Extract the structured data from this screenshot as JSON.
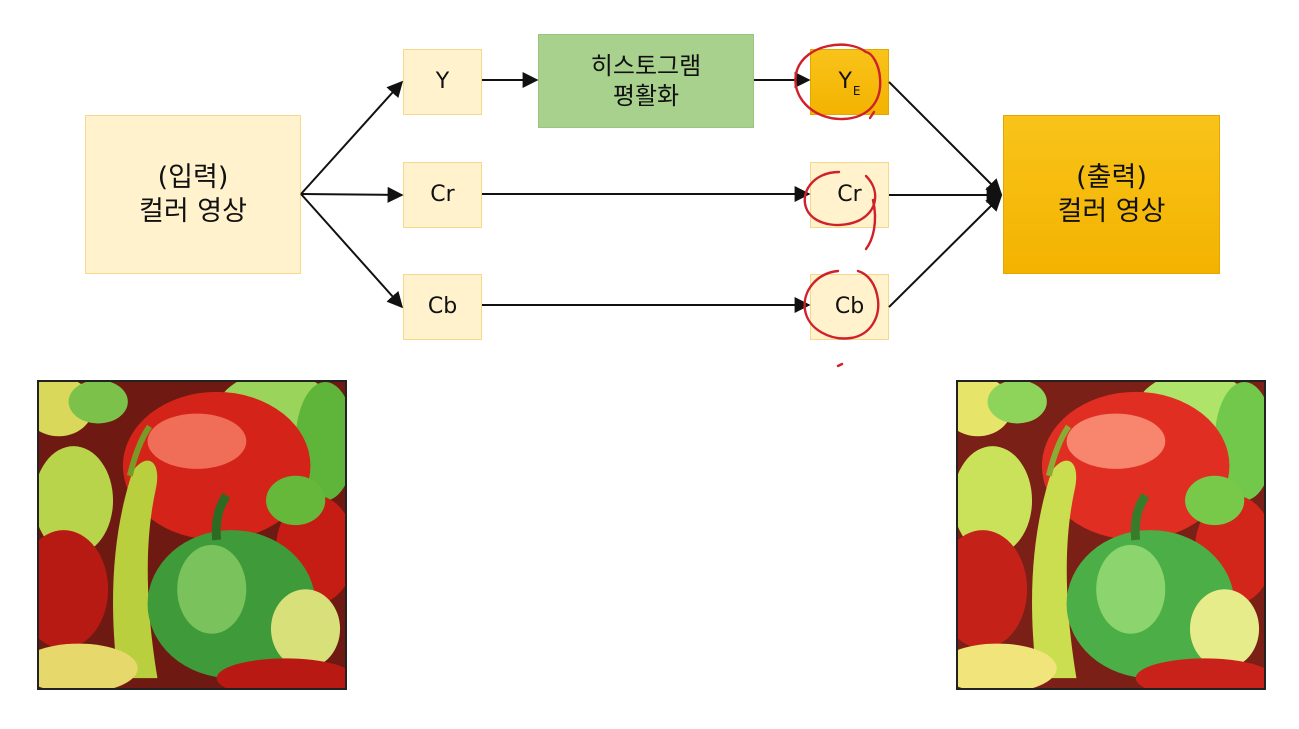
{
  "input_box": {
    "line1": "(입력)",
    "line2": "컬러 영상"
  },
  "output_box": {
    "line1": "(출력)",
    "line2": "컬러 영상"
  },
  "channels_in": {
    "y": "Y",
    "cr": "Cr",
    "cb": "Cb"
  },
  "histogram_box": {
    "line1": "히스토그램",
    "line2": "평활화"
  },
  "channels_out": {
    "ye_main": "Y",
    "ye_sub": "E",
    "cr": "Cr",
    "cb": "Cb"
  },
  "colors": {
    "cream_fill": "#fff2cc",
    "green_fill": "#a9d18e",
    "gold_fill": "#f5b800",
    "annotation_red": "#d0202a"
  }
}
